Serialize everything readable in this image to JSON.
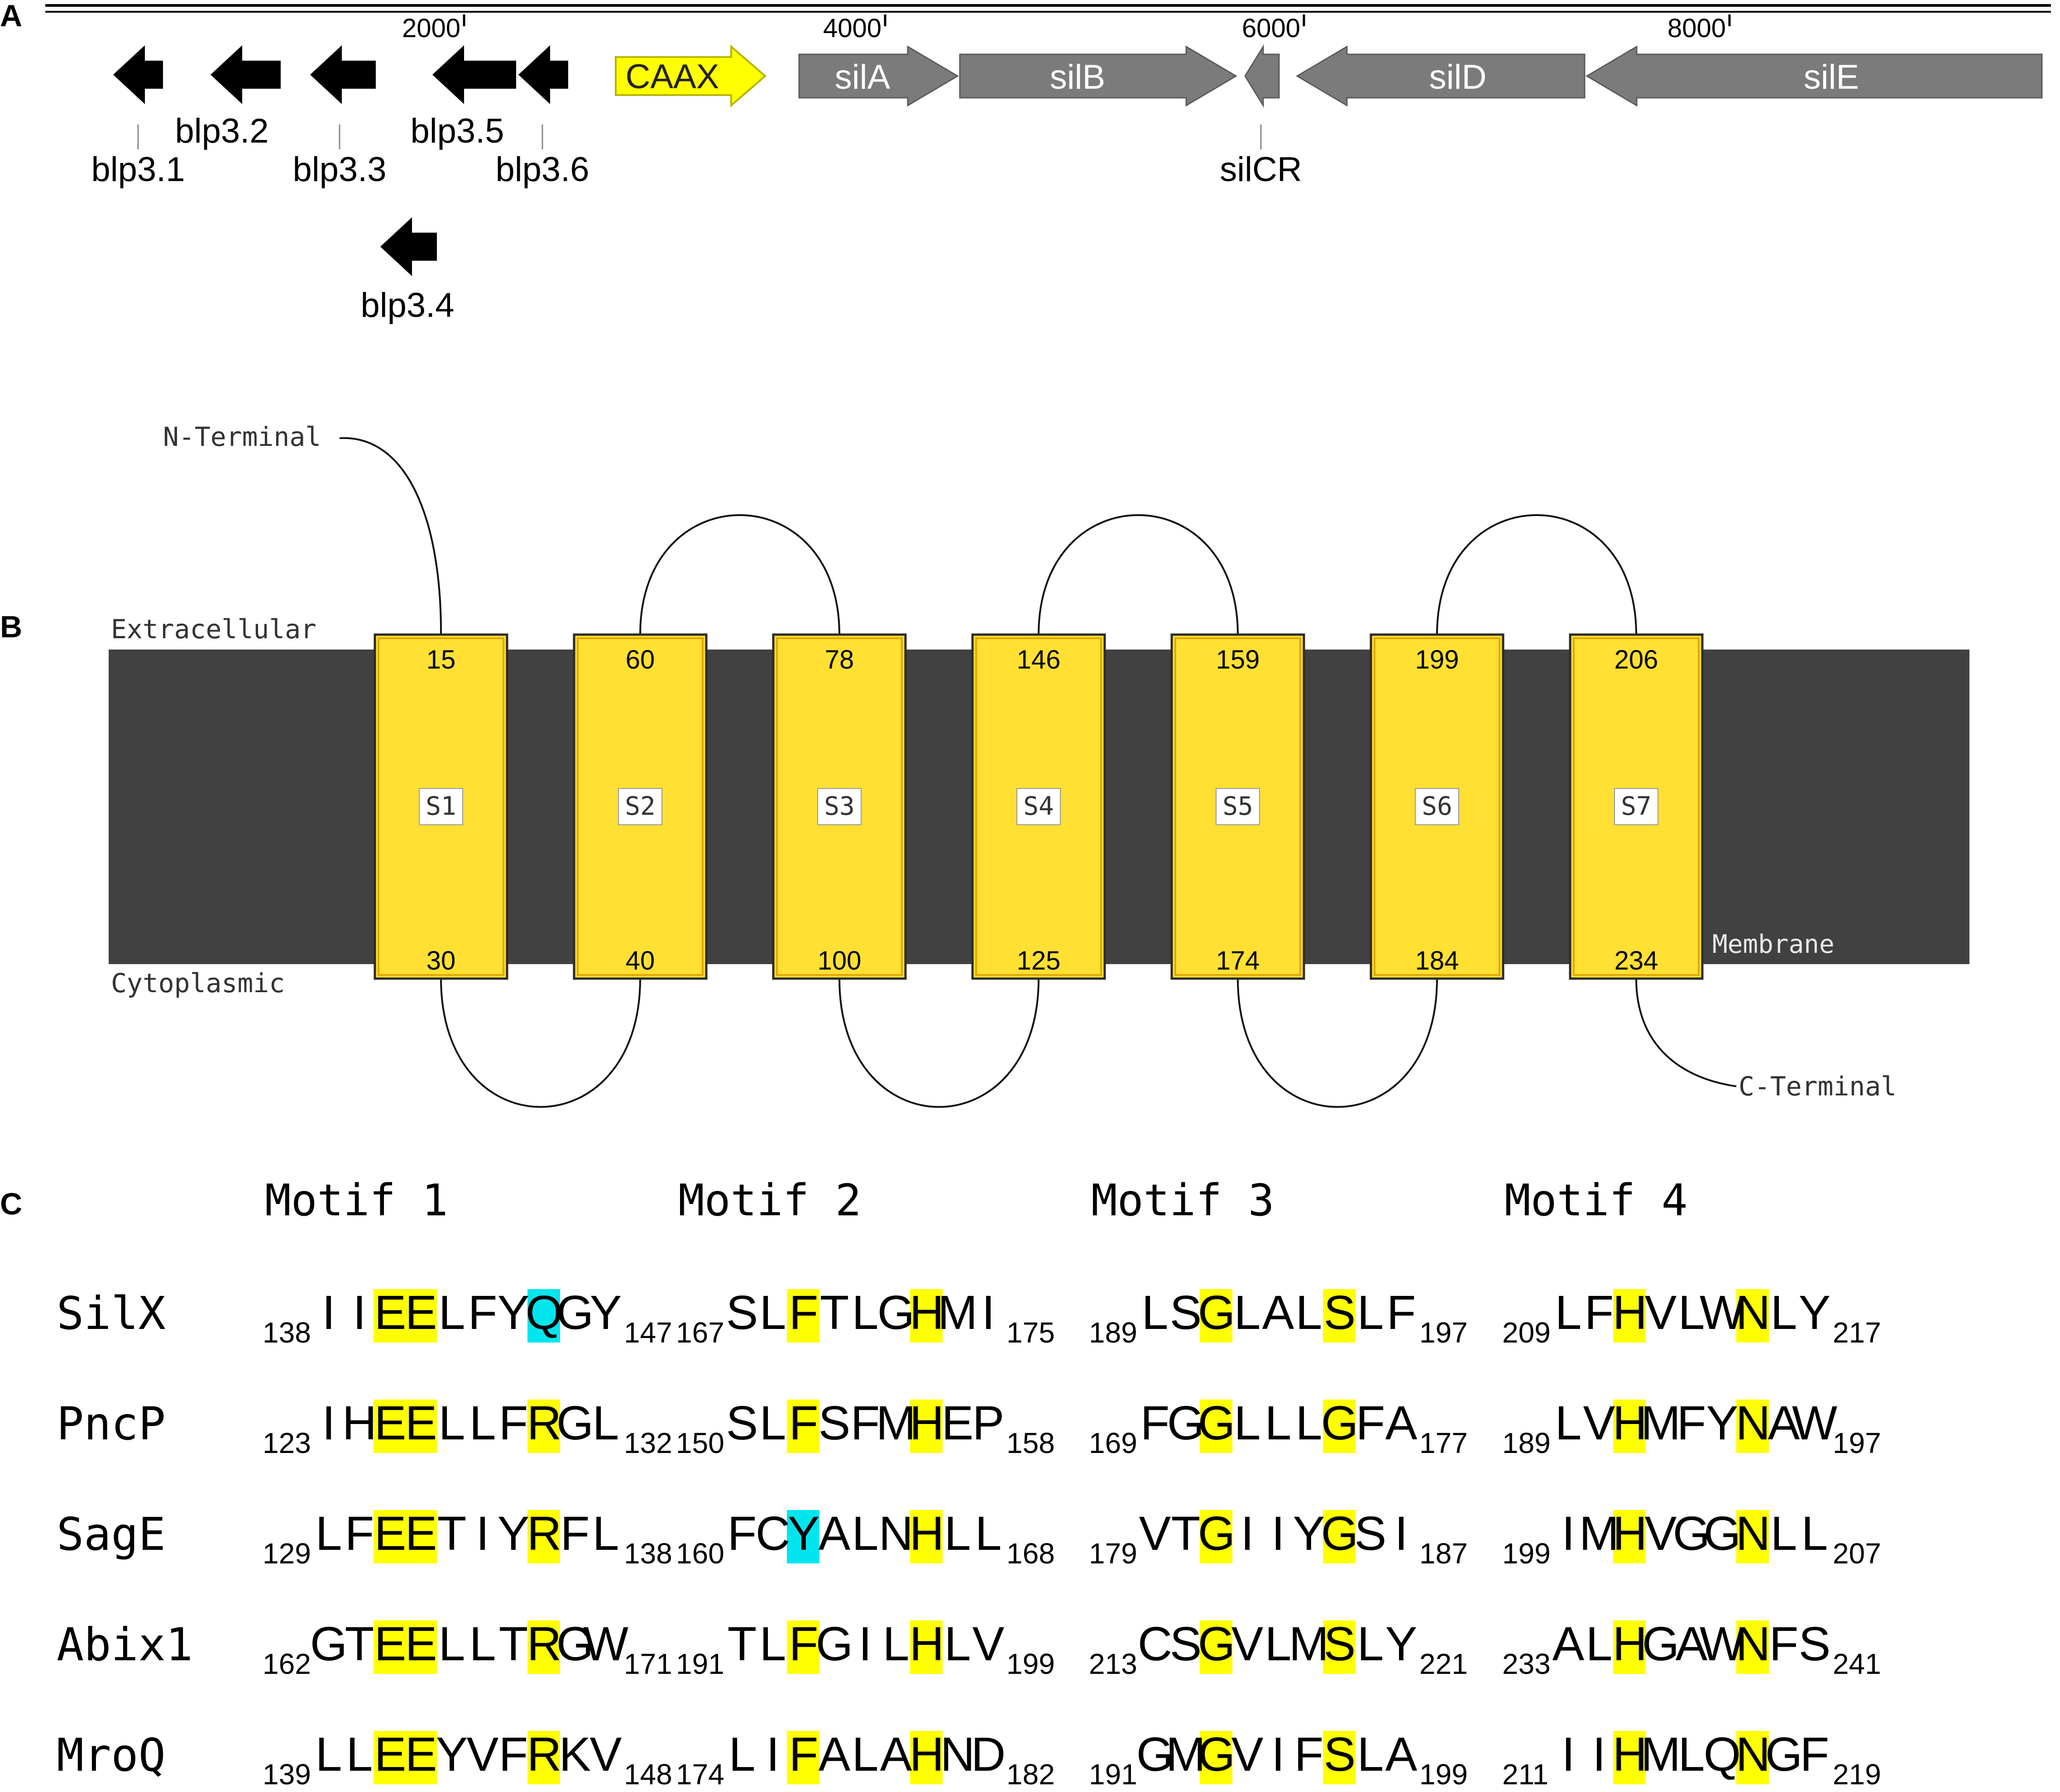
{
  "panels": {
    "a": "A",
    "b": "B",
    "c": "C"
  },
  "colors": {
    "black_gene": "#000000",
    "caax_fill": "#ffff00",
    "caax_stroke": "#b5b500",
    "sil_fill": "#7b7b7b",
    "sil_stroke": "#5a5a5a",
    "membrane": "#414141",
    "helix_fill": "#ffe033",
    "helix_stroke": "#2b2b2b",
    "highlight_yellow": "#ffff00",
    "highlight_cyan": "#00e5ee"
  },
  "genome": {
    "ticks": [
      {
        "label": "2000"
      },
      {
        "label": "4000"
      },
      {
        "label": "6000"
      },
      {
        "label": "8000"
      }
    ],
    "black_genes": [
      {
        "label": "blp3.1"
      },
      {
        "label": "blp3.2"
      },
      {
        "label": "blp3.3"
      },
      {
        "label": "blp3.4"
      },
      {
        "label": "blp3.5"
      },
      {
        "label": "blp3.6"
      }
    ],
    "caax": {
      "label": "CAAX"
    },
    "sil_genes": [
      {
        "label": "silA"
      },
      {
        "label": "silB"
      },
      {
        "label": "silCR"
      },
      {
        "label": "silD"
      },
      {
        "label": "silE"
      }
    ]
  },
  "topology": {
    "n_terminal": "N-Terminal",
    "c_terminal": "C-Terminal",
    "extracellular": "Extracellular",
    "cytoplasmic": "Cytoplasmic",
    "membrane": "Membrane",
    "helices": [
      {
        "name": "S1",
        "top": "15",
        "bottom": "30"
      },
      {
        "name": "S2",
        "top": "60",
        "bottom": "40"
      },
      {
        "name": "S3",
        "top": "78",
        "bottom": "100"
      },
      {
        "name": "S4",
        "top": "146",
        "bottom": "125"
      },
      {
        "name": "S5",
        "top": "159",
        "bottom": "174"
      },
      {
        "name": "S6",
        "top": "199",
        "bottom": "184"
      },
      {
        "name": "S7",
        "top": "206",
        "bottom": "234"
      }
    ]
  },
  "motifs": {
    "headers": [
      "Motif 1",
      "Motif 2",
      "Motif 3",
      "Motif 4"
    ],
    "rows": [
      {
        "protein": "SilX",
        "cells": [
          {
            "start": "138",
            "seq": "IIEELFYQGY",
            "end": "147",
            "yellow": [
              2,
              3
            ],
            "cyan": [
              7
            ]
          },
          {
            "start": "167",
            "seq": "SLFTLGHMI",
            "end": "175",
            "yellow": [
              2,
              6
            ],
            "cyan": []
          },
          {
            "start": "189",
            "seq": "LSGLALSLF",
            "end": "197",
            "yellow": [
              2,
              6
            ],
            "cyan": []
          },
          {
            "start": "209",
            "seq": "LFHVLWNLY",
            "end": "217",
            "yellow": [
              2,
              6
            ],
            "cyan": []
          }
        ]
      },
      {
        "protein": "PncP",
        "cells": [
          {
            "start": "123",
            "seq": "IHEELLFRGL",
            "end": "132",
            "yellow": [
              2,
              3,
              7
            ],
            "cyan": []
          },
          {
            "start": "150",
            "seq": "SLFSFMHEP",
            "end": "158",
            "yellow": [
              2,
              6
            ],
            "cyan": []
          },
          {
            "start": "169",
            "seq": "FGGLLLGFA",
            "end": "177",
            "yellow": [
              2,
              6
            ],
            "cyan": []
          },
          {
            "start": "189",
            "seq": "LVHMFYNAW",
            "end": "197",
            "yellow": [
              2,
              6
            ],
            "cyan": []
          }
        ]
      },
      {
        "protein": "SagE",
        "cells": [
          {
            "start": "129",
            "seq": "LFEETIYRFL",
            "end": "138",
            "yellow": [
              2,
              3,
              7
            ],
            "cyan": []
          },
          {
            "start": "160",
            "seq": "FCYALNHLL",
            "end": "168",
            "yellow": [
              6
            ],
            "cyan": [
              2
            ]
          },
          {
            "start": "179",
            "seq": "VTGIIYGSI",
            "end": "187",
            "yellow": [
              2,
              6
            ],
            "cyan": []
          },
          {
            "start": "199",
            "seq": "IMHVGGNLL",
            "end": "207",
            "yellow": [
              2,
              6
            ],
            "cyan": []
          }
        ]
      },
      {
        "protein": "Abix1",
        "cells": [
          {
            "start": "162",
            "seq": "GTEELLTRGW",
            "end": "171",
            "yellow": [
              2,
              3,
              7
            ],
            "cyan": []
          },
          {
            "start": "191",
            "seq": "TLFGILHLV",
            "end": "199",
            "yellow": [
              2,
              6
            ],
            "cyan": []
          },
          {
            "start": "213",
            "seq": "CSGVLMSLY",
            "end": "221",
            "yellow": [
              2,
              6
            ],
            "cyan": []
          },
          {
            "start": "233",
            "seq": "ALHGAWNFS",
            "end": "241",
            "yellow": [
              2,
              6
            ],
            "cyan": []
          }
        ]
      },
      {
        "protein": "MroQ",
        "cells": [
          {
            "start": "139",
            "seq": "LLEEYVFRKV",
            "end": "148",
            "yellow": [
              2,
              3,
              7
            ],
            "cyan": []
          },
          {
            "start": "174",
            "seq": "LIFALAHND",
            "end": "182",
            "yellow": [
              2,
              6
            ],
            "cyan": []
          },
          {
            "start": "191",
            "seq": "GMGVIFSLA",
            "end": "199",
            "yellow": [
              2,
              6
            ],
            "cyan": []
          },
          {
            "start": "211",
            "seq": "IIHMLQNGF",
            "end": "219",
            "yellow": [
              2,
              6
            ],
            "cyan": []
          }
        ]
      }
    ]
  }
}
